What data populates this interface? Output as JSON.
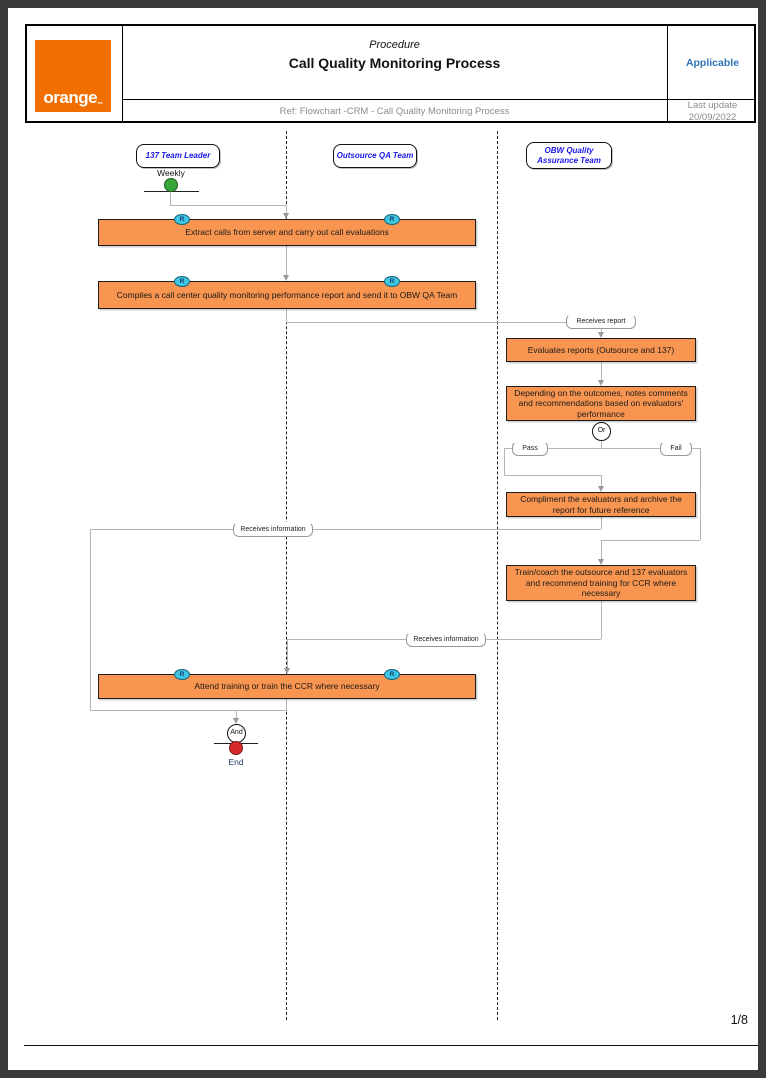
{
  "header": {
    "logo_text": "orange",
    "logo_tm": "™",
    "doc_type": "Procedure",
    "title": "Call Quality Monitoring Process",
    "applicable": "Applicable",
    "ref": "Ref: Flowchart -CRM - Call Quality Monitoring Process",
    "last_update_label": "Last update",
    "last_update_date": "20/09/2022"
  },
  "lanes": [
    {
      "label": "137 Team Leader"
    },
    {
      "label": "Outsource QA Team"
    },
    {
      "label": "OBW Quality Assurance Team"
    }
  ],
  "flow": {
    "start_label": "Weekly",
    "badge": "R",
    "boxes": {
      "extract": "Extract calls from server and carry out call evaluations",
      "compiles": "Compiles a call center quality monitoring performance report and send it to OBW QA Team",
      "evaluates": "Evaluates reports (Outsource and 137)",
      "depending": "Depending on the outcomes, notes comments and recommendations based on evaluators' performance",
      "compliment": "Compliment the evaluators and archive the report for future reference",
      "train": "Train/coach the outsource and 137 evaluators and recommend training for CCR where necessary",
      "attend": "Attend training or train the CCR where necessary"
    },
    "labels": {
      "receives_report": "Receives report",
      "pass": "Pass",
      "fail": "Fail",
      "receives_information": "Receives information"
    },
    "gateways": {
      "or": "Or",
      "and": "And"
    },
    "end_label": "End"
  },
  "footer": {
    "page_number": "1/8"
  },
  "colors": {
    "brand_orange": "#f16e00",
    "box_fill": "#f89550",
    "badge_fill": "#3ec6e0",
    "lane_text_blue": "#1a16e8",
    "applicable_blue": "#2e74b5",
    "start_green": "#3aa63a",
    "end_red": "#d42a2a"
  }
}
